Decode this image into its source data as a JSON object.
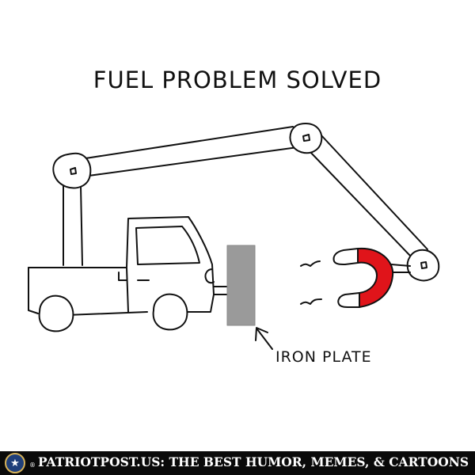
{
  "title": "FUEL PROBLEM SOLVED",
  "plate_label": "IRON PLATE",
  "banner": {
    "text": "PATRIOTPOST.US: THE BEST HUMOR, MEMES, & CARTOONS",
    "registered_mark": "®",
    "seal_icon": "star-seal-icon",
    "background_color": "#0a0a0a"
  },
  "colors": {
    "magnet": "#e0141a",
    "plate": "#9a9a9a",
    "ink": "#111111"
  }
}
